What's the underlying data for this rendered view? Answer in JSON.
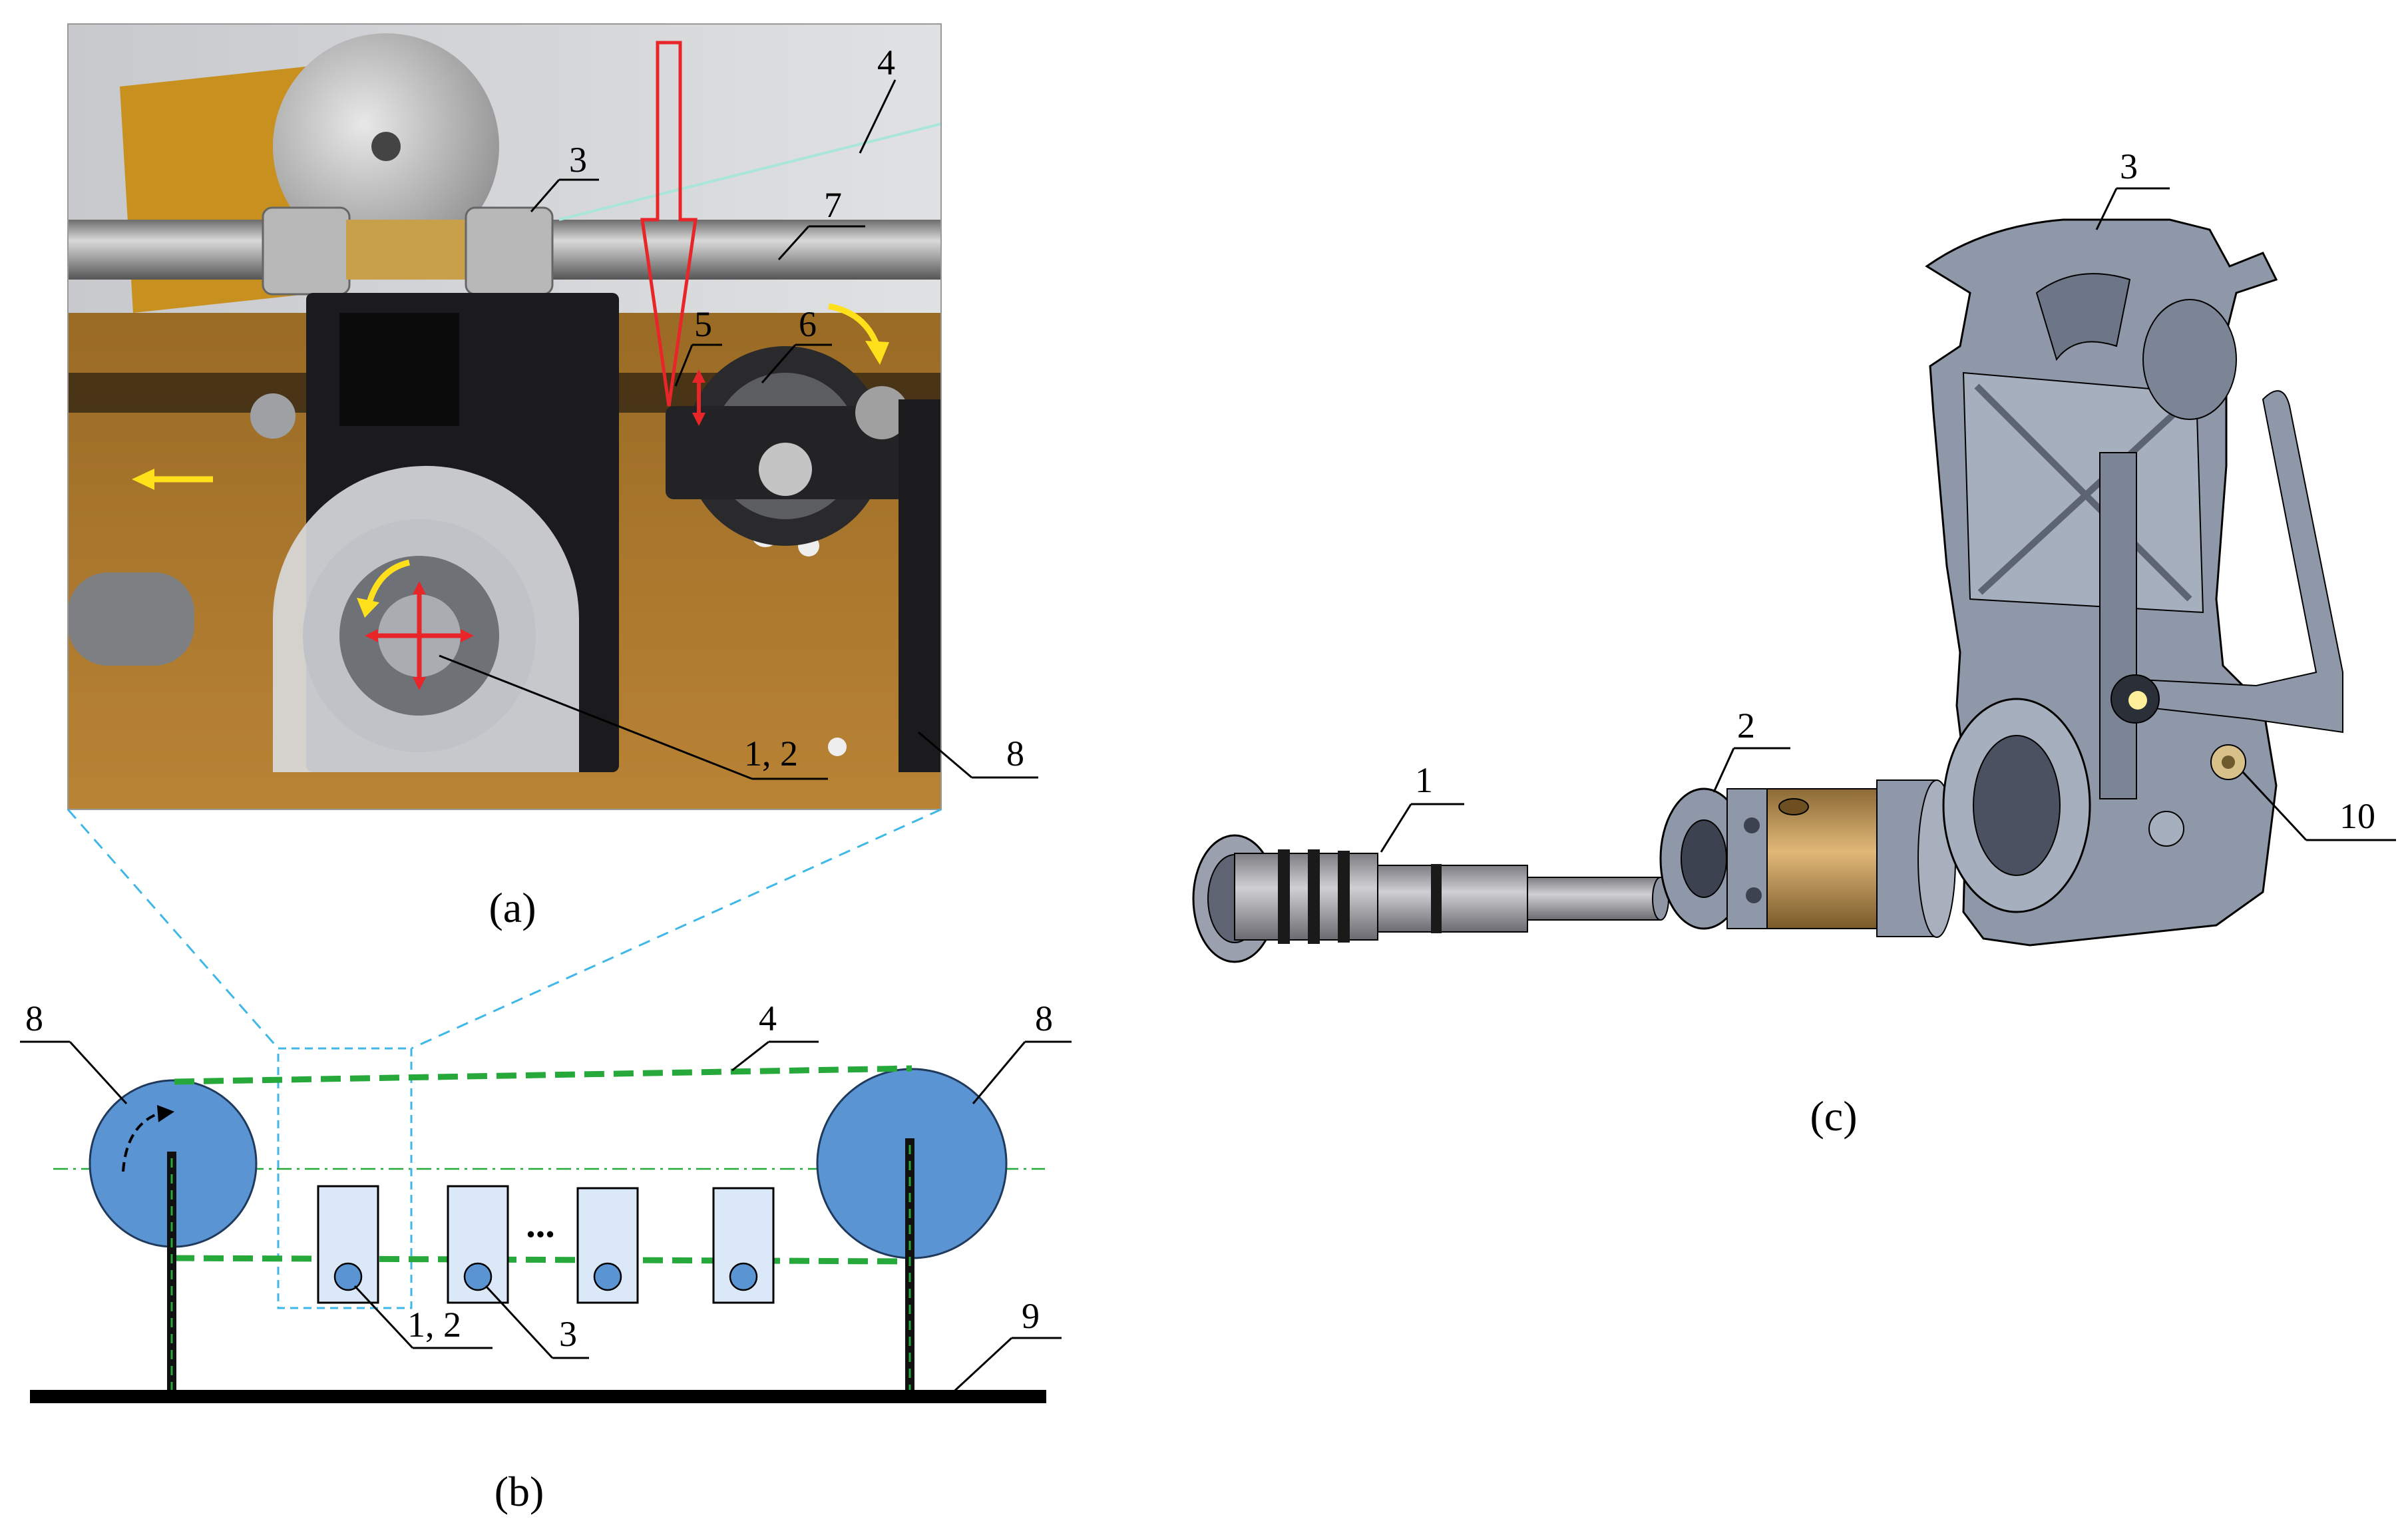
{
  "captions": {
    "a": "(a)",
    "b": "(b)",
    "c": "(c)"
  },
  "photo_labels": {
    "l4": "4",
    "l3": "3",
    "l7": "7",
    "l5": "5",
    "l6": "6",
    "l12": "1, 2",
    "l8": "8"
  },
  "schematic_labels": {
    "l8_left": "8",
    "l8_right": "8",
    "l4": "4",
    "l12": "1, 2",
    "l3": "3",
    "l9": "9",
    "ellipsis": "..."
  },
  "cad_labels": {
    "l3": "3",
    "l1": "1",
    "l2": "2",
    "l10": "10"
  },
  "colors": {
    "roll_fill": "#5b94d3",
    "belt": "#27a83a",
    "zoom_box": "#3fb8e8",
    "holder_fill": "#dbe8f7",
    "arrow_yellow": "#ffe01a",
    "arrow_red": "#e8262a",
    "cad_grey": "#8e98a8",
    "cad_bronze": "#c0985a"
  }
}
